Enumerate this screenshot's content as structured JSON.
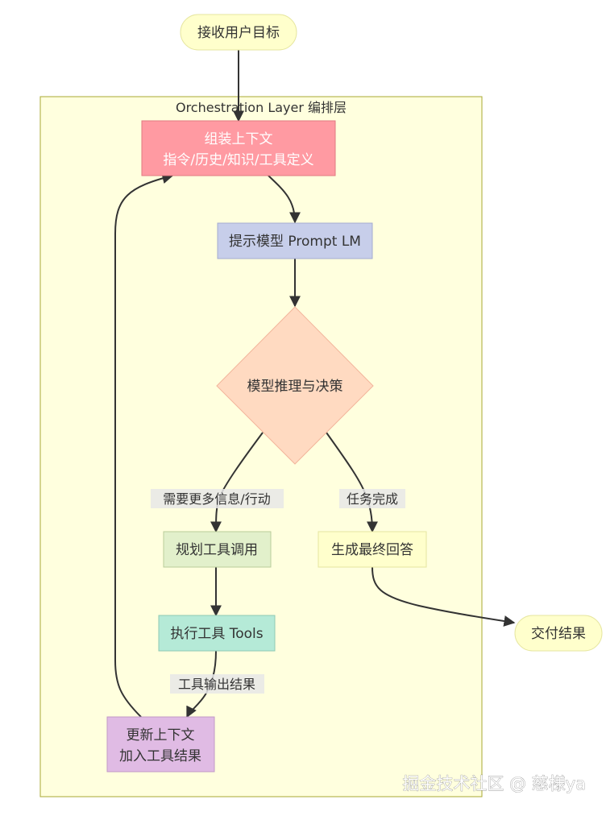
{
  "diagram": {
    "subgraph_title": "Orchestration Layer 编排层",
    "nodes": {
      "receive_goal": {
        "label": "接收用户目标",
        "shape": "stadium",
        "color": "#ffffcc"
      },
      "assemble_context": {
        "line1": "组装上下文",
        "line2": "指令/历史/知识/工具定义",
        "shape": "rect",
        "color": "#ff9aa2"
      },
      "prompt_model": {
        "label": "提示模型 Prompt LM",
        "shape": "rect",
        "color": "#c7ceea"
      },
      "decision": {
        "label": "模型推理与决策",
        "shape": "diamond",
        "color": "#ffdac1"
      },
      "plan_tool_call": {
        "label": "规划工具调用",
        "shape": "rect",
        "color": "#e2f0cb"
      },
      "generate_answer": {
        "label": "生成最终回答",
        "shape": "rect",
        "color": "#ffffcc"
      },
      "execute_tools": {
        "label": "执行工具 Tools",
        "shape": "rect",
        "color": "#b5ead7"
      },
      "update_context": {
        "line1": "更新上下文",
        "line2": "加入工具结果",
        "shape": "rect",
        "color": "#e0bbe4"
      },
      "deliver_result": {
        "label": "交付结果",
        "shape": "stadium",
        "color": "#ffffcc"
      }
    },
    "edges": {
      "need_more_info": "需要更多信息/行动",
      "task_complete": "任务完成",
      "tool_output": "工具输出结果"
    },
    "colors": {
      "subgraph_fill": "#ffffde",
      "subgraph_border": "#aaaa33",
      "edge": "#333333"
    }
  },
  "watermark": "掘金技术社区 @ 慈様ya"
}
